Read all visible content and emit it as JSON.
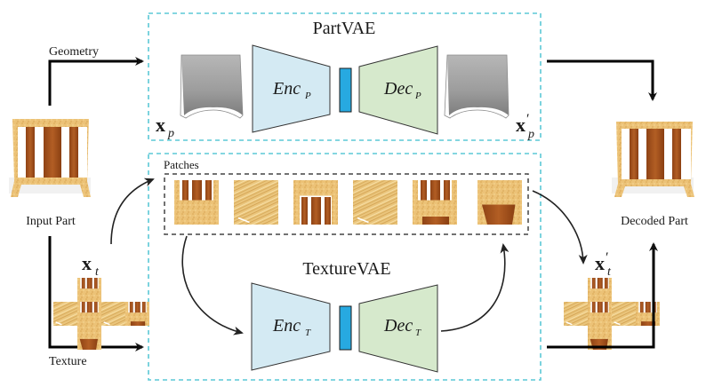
{
  "title": "PartVAE and TextureVAE architecture",
  "labels": {
    "geometry": "Geometry",
    "texture": "Texture",
    "input_part": "Input Part",
    "decoded_part": "Decoded Part",
    "patches": "Patches",
    "part_vae": "PartVAE",
    "texture_vae": "TextureVAE"
  },
  "modules": {
    "enc_p": {
      "main": "Enc",
      "sub": "P"
    },
    "dec_p": {
      "main": "Dec",
      "sub": "P"
    },
    "enc_t": {
      "main": "Enc",
      "sub": "T"
    },
    "dec_t": {
      "main": "Dec",
      "sub": "T"
    }
  },
  "variables": {
    "x_p": {
      "main": "x",
      "sub": "p"
    },
    "x_p_prime": {
      "main": "x",
      "prime": "′",
      "sub": "p"
    },
    "x_t": {
      "main": "x",
      "sub": "t"
    },
    "x_t_prime": {
      "main": "x",
      "prime": "′",
      "sub": "t"
    }
  },
  "patch_types": [
    "slats-top",
    "grain",
    "slats-bottom",
    "grain",
    "slats-top-base",
    "base"
  ],
  "colors": {
    "encoder_fill": "#d4eaf3",
    "decoder_fill": "#d6e9cc",
    "latent_fill": "#27a9e1",
    "vae_border": "#5bc8d6",
    "patch_border": "#444444",
    "wood_light": "#e9bf6e",
    "wood_dark": "#a4521c",
    "gray_shape": "#9a9a9a"
  }
}
